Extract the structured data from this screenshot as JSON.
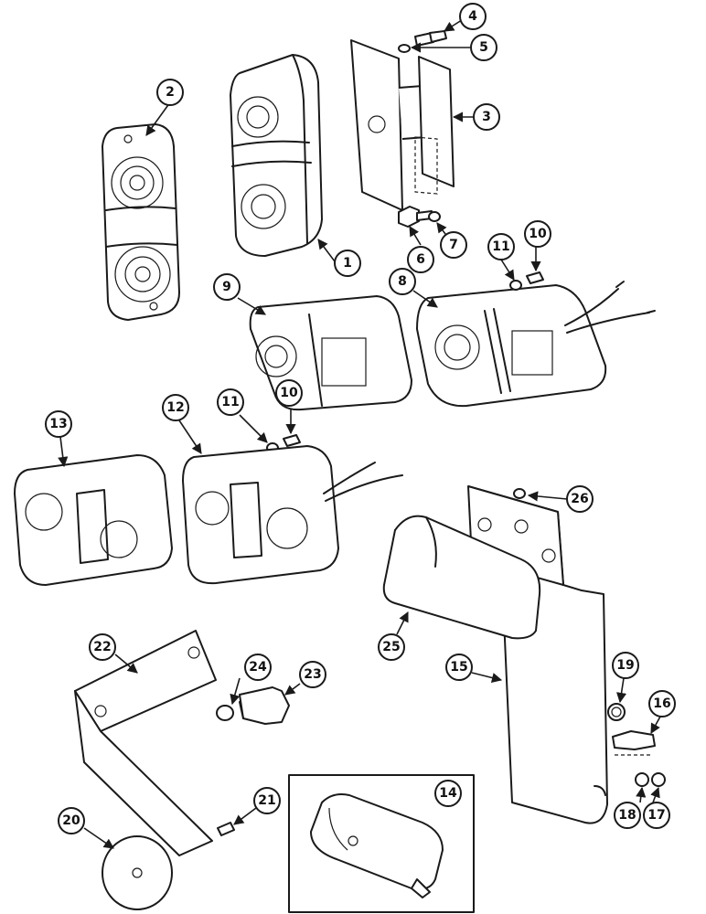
{
  "callouts": [
    "1",
    "2",
    "3",
    "4",
    "5",
    "6",
    "7",
    "8",
    "9",
    "10",
    "11",
    "12",
    "13",
    "14",
    "15",
    "16",
    "17",
    "18",
    "19",
    "20",
    "21",
    "22",
    "23",
    "24",
    "25",
    "26"
  ],
  "second_callouts": [
    "10",
    "11"
  ],
  "colors": {
    "ink": "#1a1a1a",
    "paper": "#ffffff"
  }
}
